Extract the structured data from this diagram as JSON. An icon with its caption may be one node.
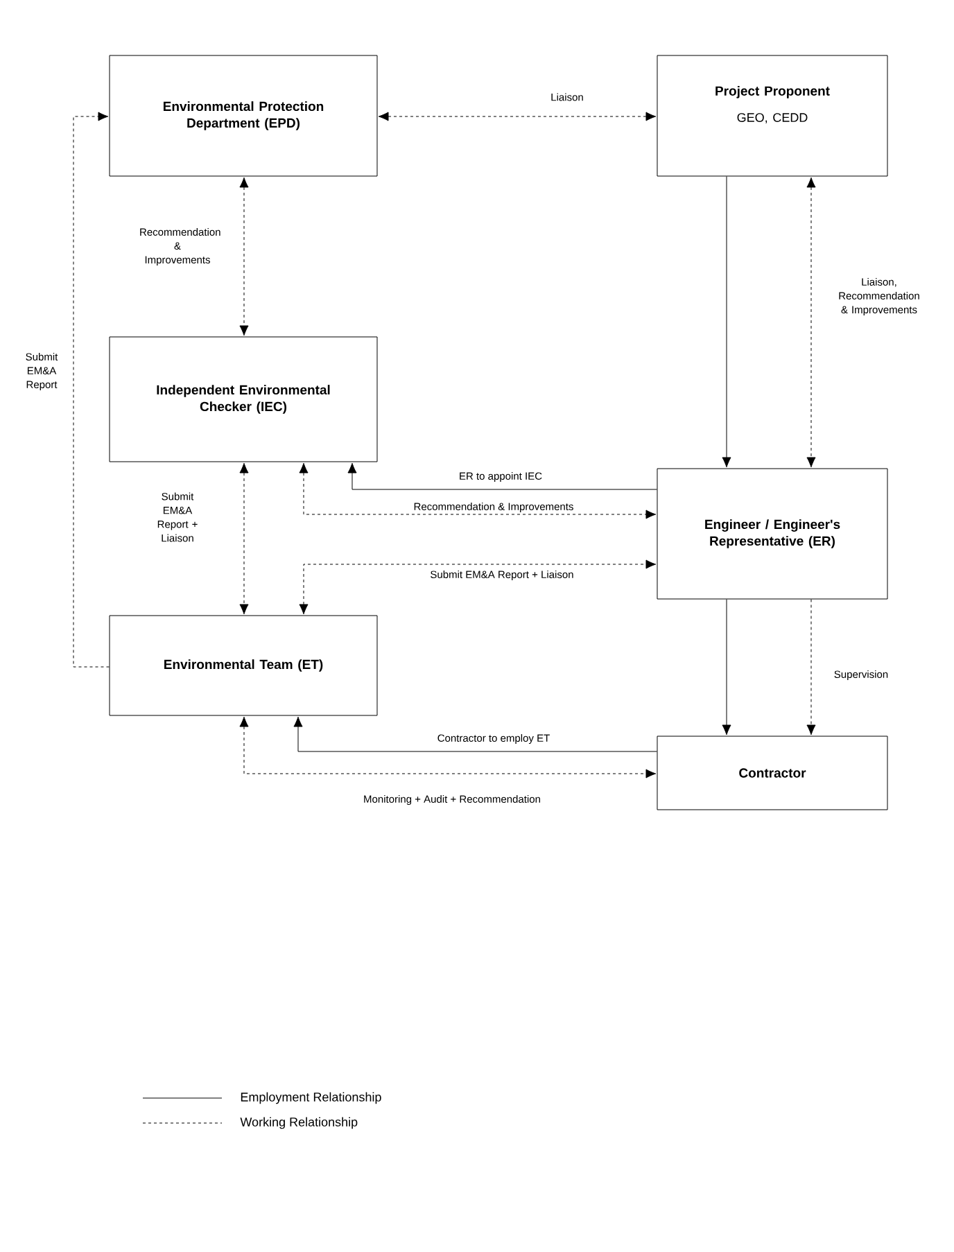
{
  "diagram": {
    "nodes": [
      {
        "text": [
          "Environmental Protection Department (EPD)"
        ]
      },
      {
        "text": [
          "Project Proponent",
          "GEO, CEDD"
        ]
      },
      {
        "text": [
          "Independent Environmental Checker (IEC)"
        ]
      },
      {
        "text": [
          "Engineer / Engineer's Representative (ER)"
        ]
      },
      {
        "text": [
          "Environmental Team (ET)"
        ]
      },
      {
        "text": [
          "Contractor"
        ]
      }
    ],
    "edges": [
      {
        "from": 0,
        "to": 1,
        "arrow": "both",
        "style": "dashed",
        "label": "Liaison"
      },
      {
        "from": 0,
        "to": 2,
        "arrow": "both",
        "style": "dashed",
        "label": "Recommendation & Improvements"
      },
      {
        "from": 4,
        "to": 0,
        "arrow": "to",
        "style": "dashed",
        "label": "Submit EM&A Report"
      },
      {
        "from": 1,
        "to": 3,
        "arrow": "to"
      },
      {
        "from": 1,
        "to": 3,
        "arrow": "both",
        "style": "dashed",
        "label": "Liaison, Recommendation & Improvements"
      },
      {
        "from": 3,
        "to": 2,
        "arrow": "to",
        "label": "ER to appoint IEC"
      },
      {
        "from": 2,
        "to": 3,
        "arrow": "both",
        "style": "dashed",
        "label": "Recommendation & Improvements"
      },
      {
        "from": 2,
        "to": 4,
        "arrow": "both",
        "style": "dashed",
        "label": "Submit EM&A Report + Liaison"
      },
      {
        "from": 4,
        "to": 3,
        "arrow": "both",
        "style": "dashed",
        "label": "Submit EM&A Report + Liaison"
      },
      {
        "from": 3,
        "to": 5,
        "arrow": "to"
      },
      {
        "from": 3,
        "to": 5,
        "arrow": "to",
        "style": "dashed",
        "label": "Supervision"
      },
      {
        "from": 5,
        "to": 4,
        "arrow": "to",
        "label": "Contractor to employ ET"
      },
      {
        "from": 4,
        "to": 5,
        "arrow": "both",
        "style": "dashed",
        "label": "Monitoring + Audit + Recommendation"
      }
    ],
    "legend": [
      {
        "text": "Employment Relationship"
      },
      {
        "text": "Working Relationship"
      }
    ]
  }
}
